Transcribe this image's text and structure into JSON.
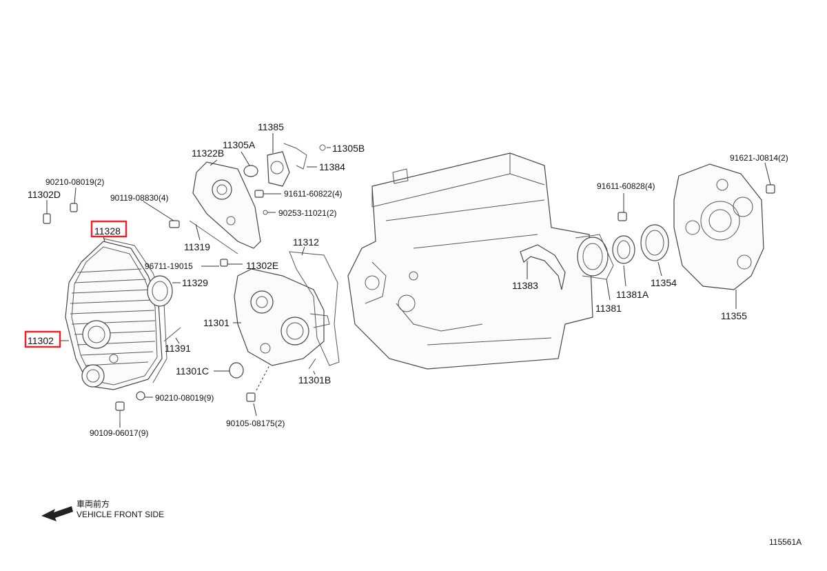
{
  "highlight_color": "#e0262b",
  "parts": {
    "p11385": "11385",
    "p11305A": "11305A",
    "p11305B": "11305B",
    "p11322B": "11322B",
    "p11384": "11384",
    "p90210_08019_2": "90210-08019(2)",
    "p11302D": "11302D",
    "p90119_08830_4": "90119-08830(4)",
    "p91611_60822_4": "91611-60822(4)",
    "p90253_11021_2": "90253-11021(2)",
    "p11328": "11328",
    "p11319": "11319",
    "p11312": "11312",
    "p96711_19015": "96711-19015",
    "p11302E": "11302E",
    "p11329": "11329",
    "p11301": "11301",
    "p11302": "11302",
    "p11391": "11391",
    "p11301C": "11301C",
    "p11301B": "11301B",
    "p90210_08019_9": "90210-08019(9)",
    "p90109_06017_9": "90109-06017(9)",
    "p90105_08175_2": "90105-08175(2)",
    "p91611_60828_4": "91611-60828(4)",
    "p91621_J0814_2": "91621-J0814(2)",
    "p11383": "11383",
    "p11381": "11381",
    "p11381A": "11381A",
    "p11354": "11354",
    "p11355": "11355"
  },
  "direction": {
    "jp": "車両前方",
    "en": "VEHICLE FRONT SIDE"
  },
  "figure_id": "115561A"
}
